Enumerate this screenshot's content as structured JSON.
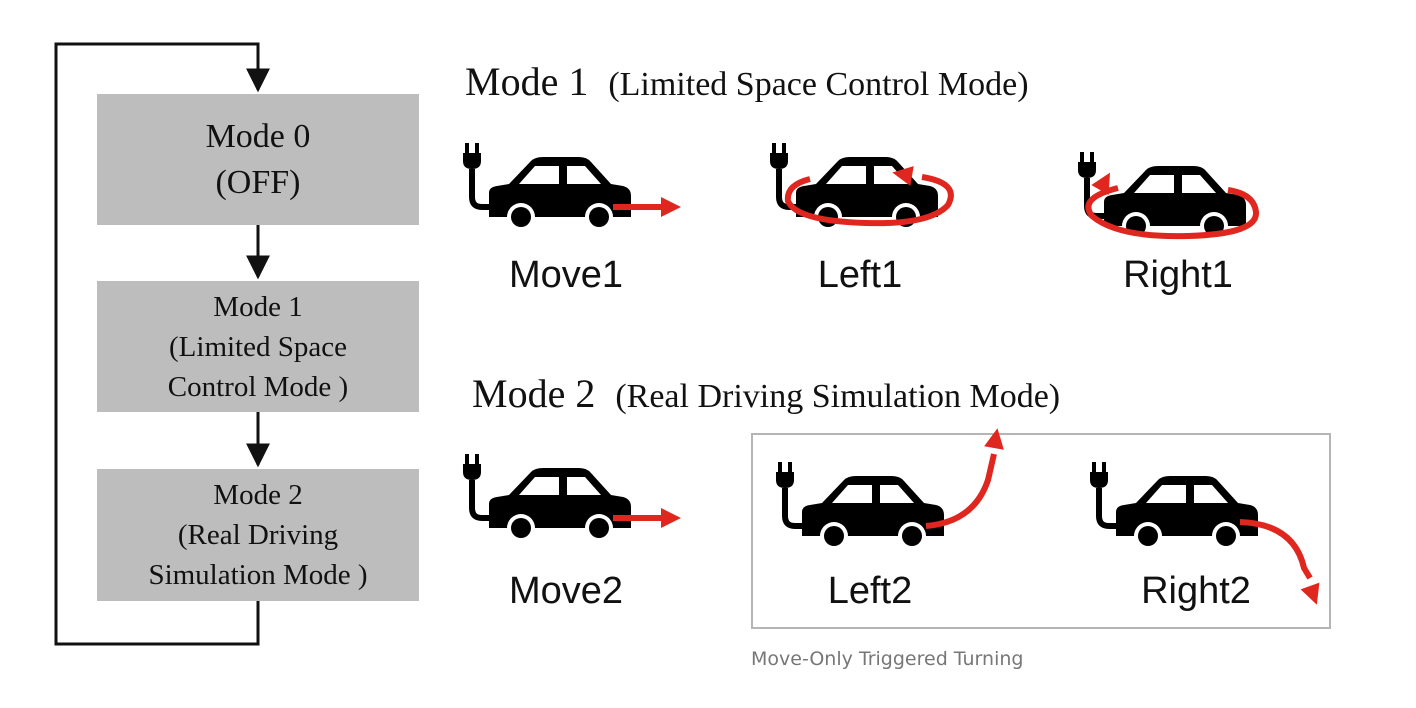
{
  "flow": {
    "boxes": [
      {
        "lines": [
          "Mode 0",
          "(OFF)"
        ]
      },
      {
        "lines": [
          "Mode 1",
          "(Limited Space",
          "Control Mode )"
        ]
      },
      {
        "lines": [
          "Mode 2",
          "(Real Driving",
          "Simulation Mode )"
        ]
      }
    ]
  },
  "mode1": {
    "title": "Mode 1",
    "subtitle": "(Limited Space Control Mode)"
  },
  "mode2": {
    "title": "Mode 2",
    "subtitle": "(Real Driving Simulation Mode)"
  },
  "cars": [
    {
      "label": "Move1",
      "motion": "straight-arrow"
    },
    {
      "label": "Left1",
      "motion": "rotate-counterclockwise"
    },
    {
      "label": "Right1",
      "motion": "rotate-clockwise"
    },
    {
      "label": "Move2",
      "motion": "straight-arrow"
    },
    {
      "label": "Left2",
      "motion": "curve-left-arrow"
    },
    {
      "label": "Right2",
      "motion": "curve-right-arrow"
    }
  ],
  "group": {
    "caption": "Move-Only Triggered Turning"
  },
  "colors": {
    "box_fill": "#bdbdbd",
    "arrow_red": "#e0271f",
    "car": "#000000",
    "group_border": "#b5b5b5"
  },
  "icons": {
    "car": "electric-car-icon",
    "plug": "plug-icon"
  }
}
